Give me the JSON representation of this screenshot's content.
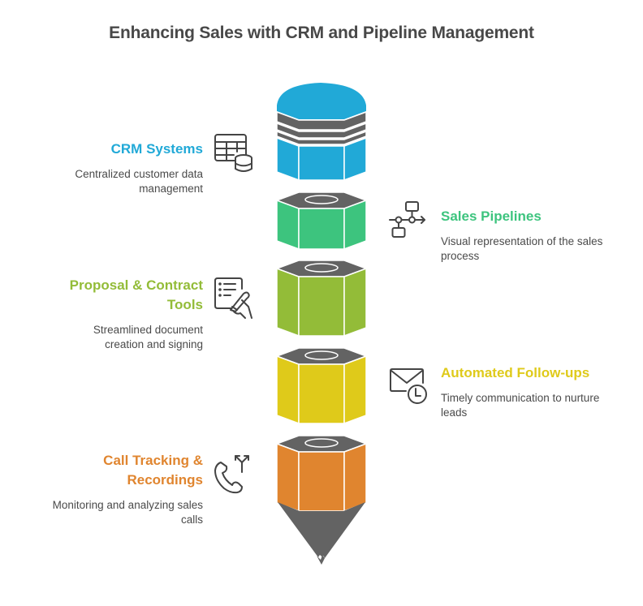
{
  "title": "Enhancing Sales with CRM and Pipeline Management",
  "colors": {
    "cap": "#636363",
    "crm": "#21a9d7",
    "pipelines": "#3dc47e",
    "proposal": "#93bc38",
    "followups": "#dfca1a",
    "calls": "#e0852f",
    "text": "#4a4a4a",
    "icon": "#444444"
  },
  "items": [
    {
      "key": "crm",
      "side": "left",
      "title": "CRM Systems",
      "description": "Centralized customer data management",
      "icon": "table-database-icon"
    },
    {
      "key": "pipelines",
      "side": "right",
      "title": "Sales Pipelines",
      "description": "Visual representation of the sales process",
      "icon": "flow-pipeline-icon"
    },
    {
      "key": "proposal",
      "side": "left",
      "title": "Proposal & Contract Tools",
      "description": "Streamlined document creation and signing",
      "icon": "document-signing-icon"
    },
    {
      "key": "followups",
      "side": "right",
      "title": "Automated Follow-ups",
      "description": "Timely communication to nurture leads",
      "icon": "mail-clock-icon"
    },
    {
      "key": "calls",
      "side": "left",
      "title": "Call Tracking & Recordings",
      "description": "Monitoring and analyzing sales calls",
      "icon": "phone-split-icon"
    }
  ]
}
